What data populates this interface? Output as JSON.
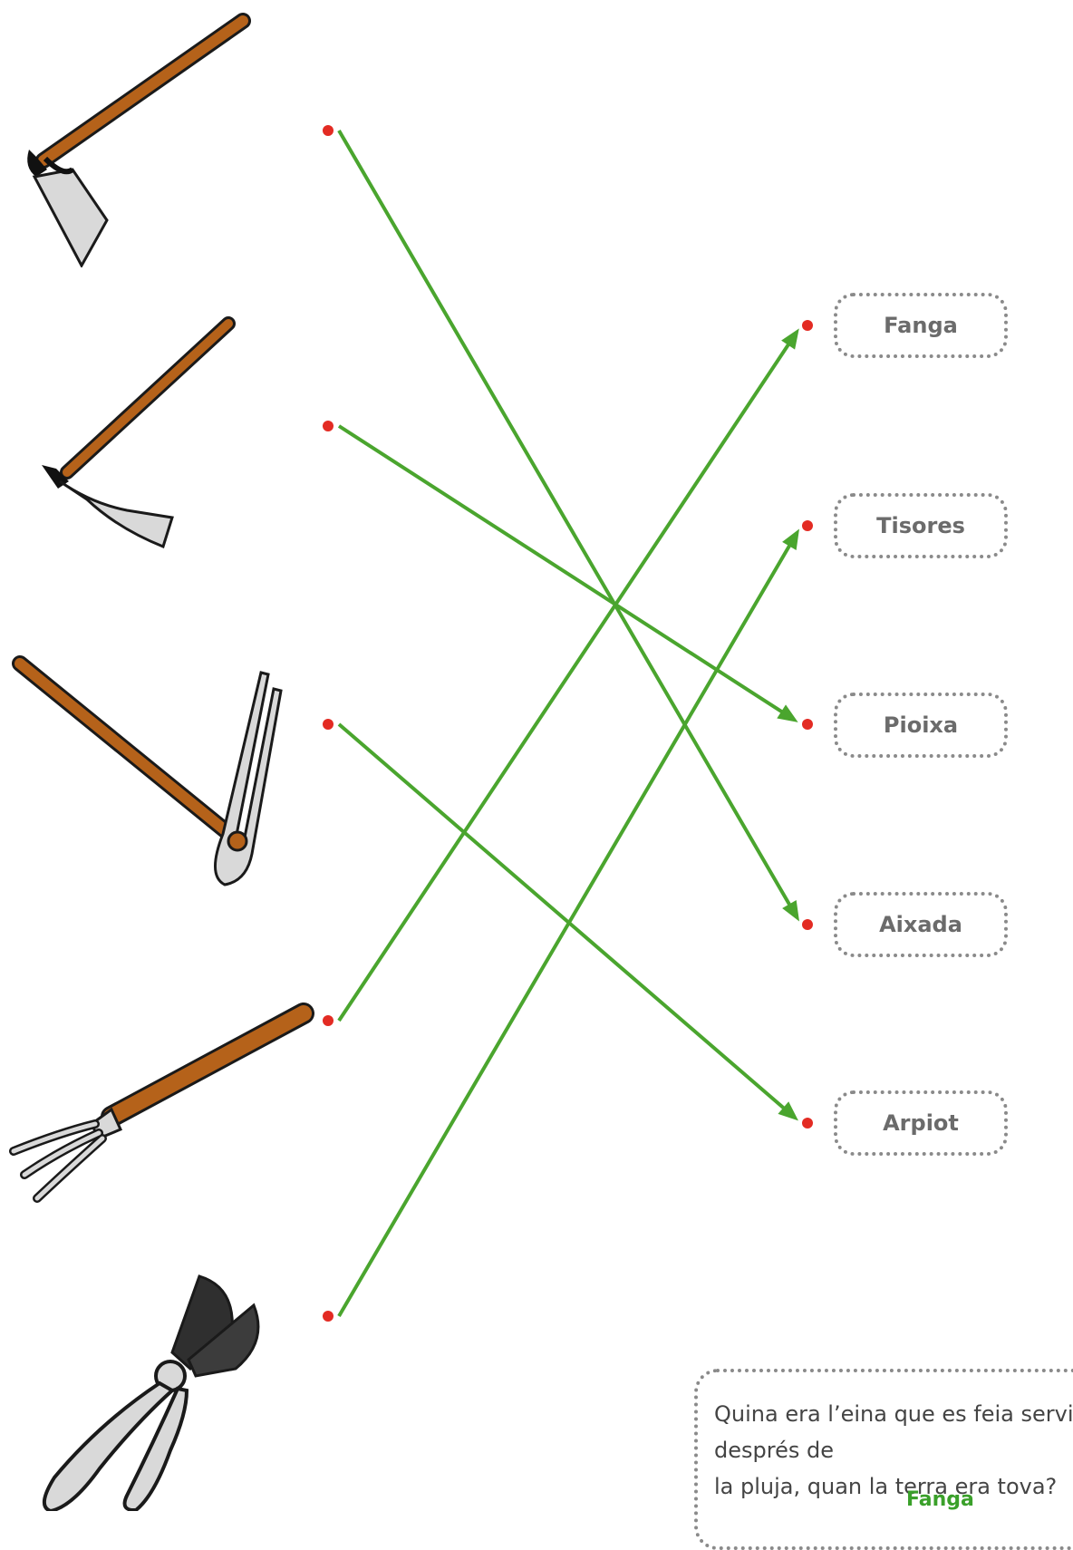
{
  "tools": [
    {
      "name": "hoe-aixada"
    },
    {
      "name": "pick-pioixa"
    },
    {
      "name": "fork-hoe-arpiot"
    },
    {
      "name": "garden-fork-fanga"
    },
    {
      "name": "pruning-shears-tisores"
    }
  ],
  "labels": [
    "Fanga",
    "Tisores",
    "Pioixa",
    "Aixada",
    "Arpiot"
  ],
  "matches": [
    {
      "from": 0,
      "to": 3
    },
    {
      "from": 1,
      "to": 2
    },
    {
      "from": 2,
      "to": 4
    },
    {
      "from": 3,
      "to": 0
    },
    {
      "from": 4,
      "to": 1
    }
  ],
  "colors": {
    "line": "#4aa52e",
    "dot": "#e32b23",
    "handle": "#b5621a",
    "metal": "#d9d9d9",
    "answer": "#3aa02a"
  },
  "question": {
    "text": "Quina era l’eina que es feia servir després de\nla pluja, quan la terra era tova?",
    "answer": "Fanga"
  }
}
